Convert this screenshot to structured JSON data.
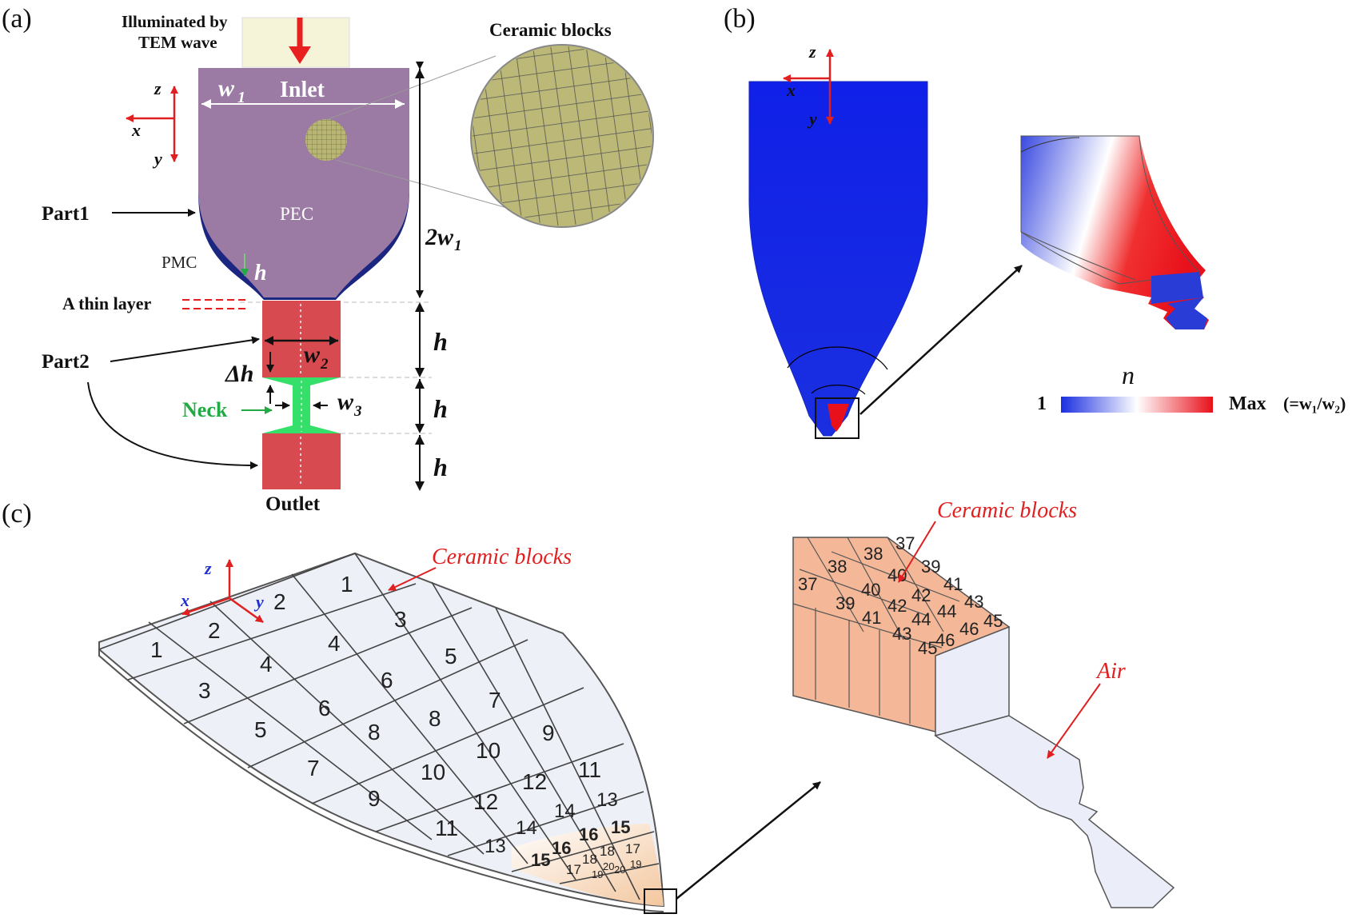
{
  "panels": {
    "a": "(a)",
    "b": "(b)",
    "c": "(c)"
  },
  "panel_a": {
    "illuminated": "Illuminated by",
    "tem_wave": "TEM wave",
    "ceramic_blocks": "Ceramic blocks",
    "inlet": "Inlet",
    "w1": "w",
    "w1_sub": "1",
    "pec": "PEC",
    "pmc": "PMC",
    "part1": "Part1",
    "part2": "Part2",
    "thin_layer": "A thin layer",
    "h": "h",
    "two_w1": "2w",
    "two_w1_sub": "1",
    "w2": "w",
    "w2_sub": "2",
    "delta_h": "Δh",
    "neck": "Neck",
    "w3": "w",
    "w3_sub": "3",
    "outlet": "Outlet",
    "axis_z": "z",
    "axis_x": "x",
    "axis_y": "y"
  },
  "panel_b": {
    "axis_z": "z",
    "axis_x": "x",
    "axis_y": "y",
    "legend_title": "n",
    "legend_min": "1",
    "legend_max": "Max",
    "legend_formula": "(=w₁/w₂)",
    "colors": {
      "low": "#1a2fe0",
      "mid": "#ffffff",
      "high": "#e8101a"
    }
  },
  "panel_c": {
    "ceramic_blocks_left": "Ceramic blocks",
    "ceramic_blocks_right": "Ceramic blocks",
    "air": "Air",
    "axis_z": "z",
    "axis_x": "x",
    "axis_y": "y",
    "left_block_labels": [
      "1",
      "2",
      "3",
      "1",
      "2",
      "4",
      "3",
      "5",
      "4",
      "6",
      "6",
      "7",
      "5",
      "8",
      "9",
      "8",
      "7",
      "10",
      "10",
      "9",
      "11",
      "12",
      "12",
      "11",
      "13",
      "14",
      "14",
      "13",
      "16",
      "15",
      "16",
      "15",
      "17",
      "18",
      "18",
      "17",
      "20",
      "19",
      "19",
      "20"
    ],
    "right_block_labels": [
      "37",
      "38",
      "38",
      "37",
      "39",
      "40",
      "40",
      "39",
      "41",
      "42",
      "41",
      "43",
      "42",
      "44",
      "43",
      "44",
      "45",
      "46",
      "46",
      "45"
    ]
  }
}
